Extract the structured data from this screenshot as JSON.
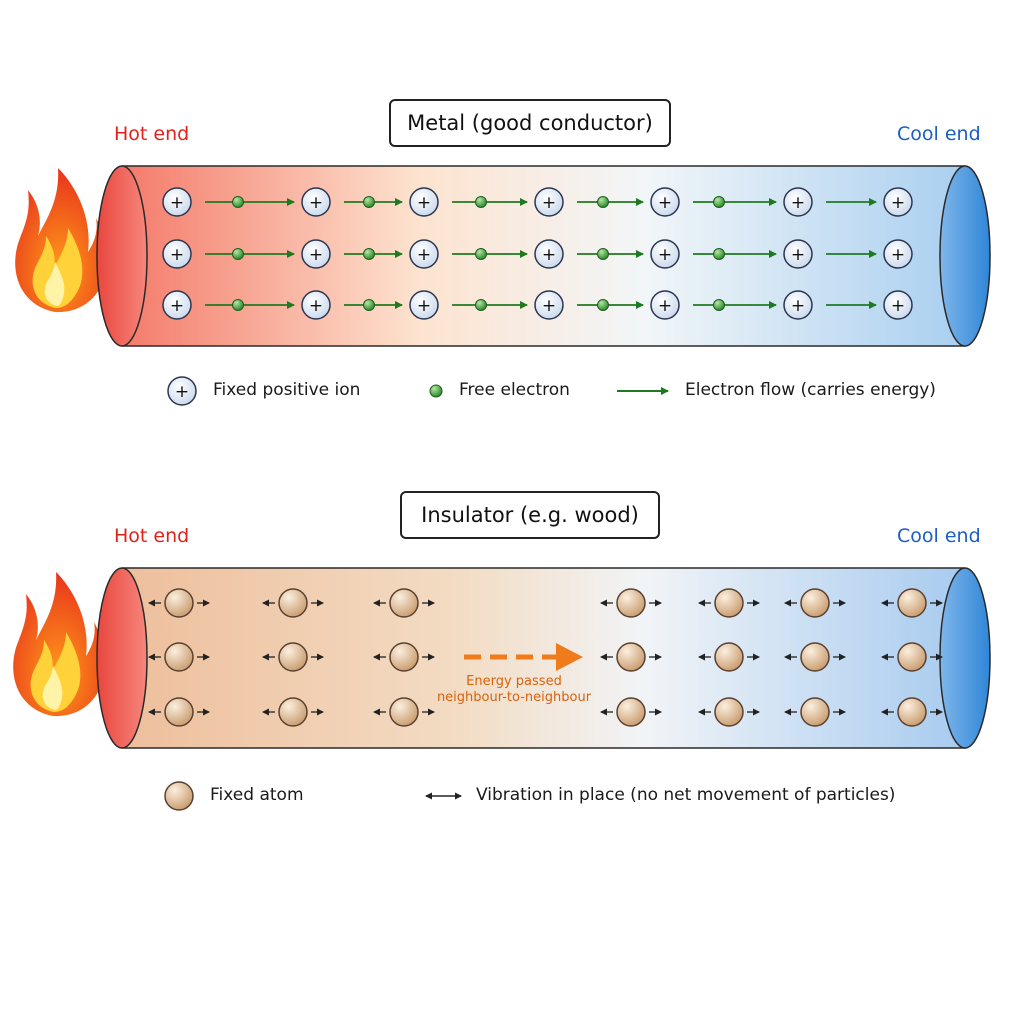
{
  "metal": {
    "title": "Metal (good conductor)",
    "hot_label": "Hot end",
    "cool_label": "Cool end",
    "ion_symbol": "+",
    "legend": {
      "ion": "Fixed positive ion",
      "electron": "Free electron",
      "flow": "Electron flow (carries energy)"
    }
  },
  "insulator": {
    "title": "Insulator (e.g. wood)",
    "hot_label": "Hot end",
    "cool_label": "Cool end",
    "energy_label_line1": "Energy passed",
    "energy_label_line2": "neighbour-to-neighbour",
    "legend": {
      "atom": "Fixed atom",
      "vibration": "Vibration in place (no net movement of particles)"
    }
  },
  "colors": {
    "hot": "#e0221b",
    "cool": "#1a5fc4",
    "electron": "#2e8b2e",
    "flow_arrow": "#1f7a1f",
    "energy_arrow": "#f07b1a",
    "atom": "#d9b58f"
  }
}
